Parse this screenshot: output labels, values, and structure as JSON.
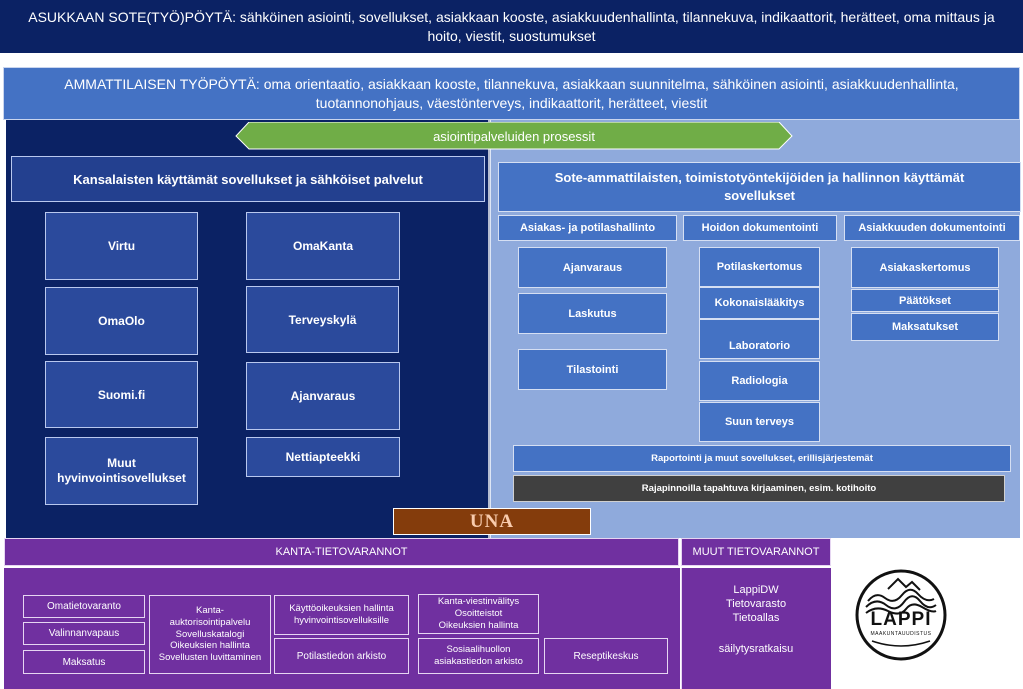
{
  "resident_desktop": "ASUKKAAN SOTE(TYÖ)PÖYTÄ: sähköinen asiointi, sovellukset, asiakkaan kooste, asiakkuudenhallinta, tilannekuva, indikaattorit, herätteet, oma mittaus ja hoito, viestit, suostumukset",
  "professional_desktop": "AMMATTILAISEN TYÖPÖYTÄ: oma orientaatio, asiakkaan kooste, tilannekuva, asiakkaan suunnitelma, sähköinen asiointi, asiakkuudenhallinta, tuotannonohjaus, väestönterveys, indikaattorit, herätteet, viestit",
  "process_arrow": "asiointipalveluiden prosessit",
  "citizens": {
    "title": "Kansalaisten käyttämät sovellukset ja sähköiset palvelut",
    "left": [
      "Virtu",
      "OmaOlo",
      "Suomi.fi",
      "Muut\nhyvinvointisovellukset"
    ],
    "right": [
      "OmaKanta",
      "Terveyskylä",
      "Ajanvaraus",
      "Nettiapteekki"
    ]
  },
  "professionals": {
    "title": "Sote-ammattilaisten, toimistotyöntekijöiden ja hallinnon käyttämät sovellukset",
    "col1_header": "Asiakas- ja potilashallinto",
    "col2_header": "Hoidon dokumentointi",
    "col3_header": "Asiakkuuden dokumentointi",
    "col1": [
      "Ajanvaraus",
      "Laskutus",
      "Tilastointi"
    ],
    "col2": [
      "Potilaskertomus",
      "Kokonaislääkitys",
      "Laboratorio",
      "Radiologia",
      "Suun terveys"
    ],
    "col3": [
      "Asiakaskertomus",
      "Päätökset",
      "Maksatukset"
    ],
    "reporting": "Raportointi ja muut sovellukset, erillisjärjestemät",
    "interface": "Rajapinnoilla tapahtuva kirjaaminen, esim. kotihoito"
  },
  "una": "UNA",
  "kanta": {
    "title": "KANTA-TIETOVARANNOT",
    "items": [
      "Omatietovaranto",
      "Valinnanvapaus",
      "Maksatus",
      "Kanta-\nauktorisointipalvelu\nSovelluskatalogi\nOikeuksien hallinta\nSovellusten luvittaminen",
      "Käyttöoikeuksien hallinta\nhyvinvointisovelluksille",
      "Potilastiedon arkisto",
      "Kanta-viestinvälitys\nOsoitteistot\nOikeuksien hallinta",
      "Sosiaalihuollon\nasiakastiedon arkisto",
      "Reseptikeskus"
    ]
  },
  "other": {
    "title": "MUUT TIETOVARANNOT",
    "body": "LappiDW\nTietovarasto\nTietoallas",
    "extra": "säilytysratkaisu"
  },
  "logo": {
    "name": "LAPPI",
    "sub": "MAAKUNTAUUDISTUS"
  },
  "colors": {
    "navy": "#0b2264",
    "blue": "#4472c4",
    "light_blue": "#8faadc",
    "green": "#70ad47",
    "purple": "#7030a0",
    "brown": "#843c0c",
    "gray": "#404040"
  }
}
